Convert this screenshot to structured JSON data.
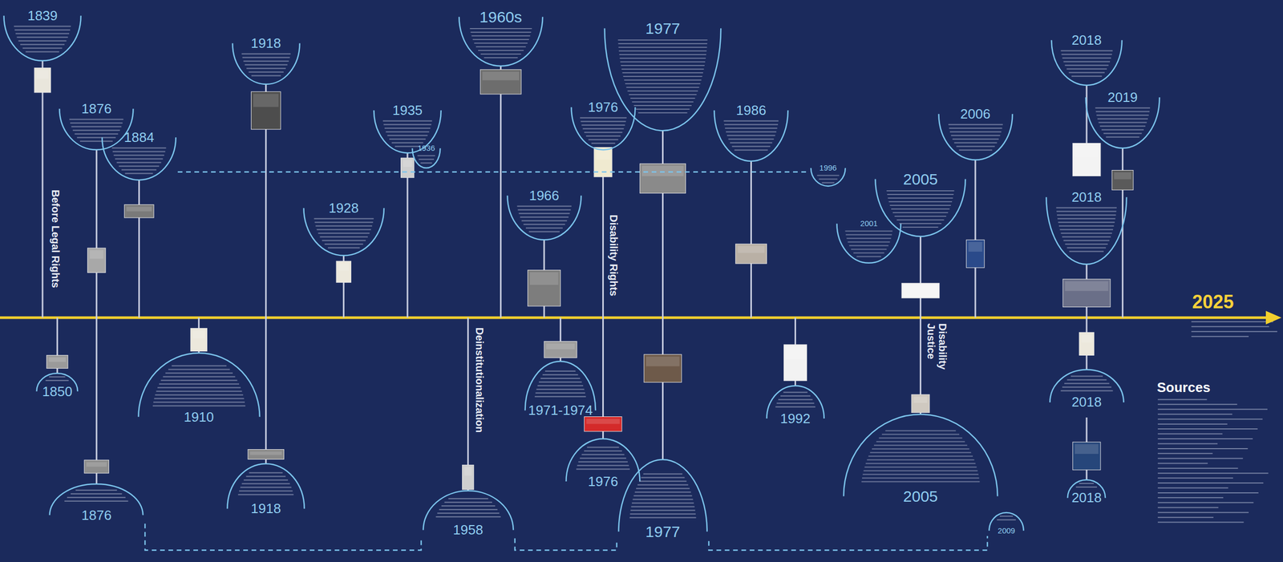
{
  "diagram": {
    "nodes": [
      {
        "text": [
          "1839"
        ]
      },
      {
        "text": [
          "1850"
        ]
      },
      {
        "text": [
          "1876"
        ]
      },
      {
        "text": [
          "1876"
        ]
      },
      {
        "text": [
          "1884"
        ]
      },
      {
        "text": [
          "1910"
        ]
      },
      {
        "text": [
          "1918"
        ]
      },
      {
        "text": [
          "1918"
        ]
      },
      {
        "text": [
          "1928"
        ]
      },
      {
        "text": [
          "1935"
        ]
      },
      {
        "text": [
          "1936"
        ]
      },
      {
        "text": [
          "1958"
        ]
      },
      {
        "text": [
          "1960s"
        ]
      },
      {
        "text": [
          "1966"
        ]
      },
      {
        "text": [
          "1971-1974"
        ]
      },
      {
        "text": [
          "1976"
        ]
      },
      {
        "text": [
          "1976"
        ]
      },
      {
        "text": [
          "1977"
        ]
      },
      {
        "text": [
          "1977"
        ]
      },
      {
        "text": [
          "1986"
        ]
      },
      {
        "text": [
          "1992"
        ]
      },
      {
        "text": [
          "1996"
        ]
      },
      {
        "text": [
          "2001"
        ]
      },
      {
        "text": [
          "2005"
        ]
      },
      {
        "text": [
          "2005"
        ]
      },
      {
        "text": [
          "2006"
        ]
      },
      {
        "text": [
          "2009"
        ]
      },
      {
        "text": [
          "2018"
        ]
      },
      {
        "text": [
          "2019"
        ]
      },
      {
        "text": [
          "2018"
        ]
      },
      {
        "text": [
          "2018"
        ]
      },
      {
        "text": [
          "2018"
        ]
      }
    ],
    "edges": [
      {
        "from": 4,
        "to": 21,
        "arrow": "none"
      },
      {
        "from": 3,
        "to": 11,
        "arrow": "none"
      },
      {
        "from": 11,
        "to": 18,
        "arrow": "none"
      },
      {
        "from": 18,
        "to": 26,
        "arrow": "none"
      }
    ],
    "labels": [
      "Before Legal Rights",
      "Deinstitutionalization",
      "Disability Rights",
      "Disability Justice",
      "2025",
      "Sources"
    ]
  }
}
